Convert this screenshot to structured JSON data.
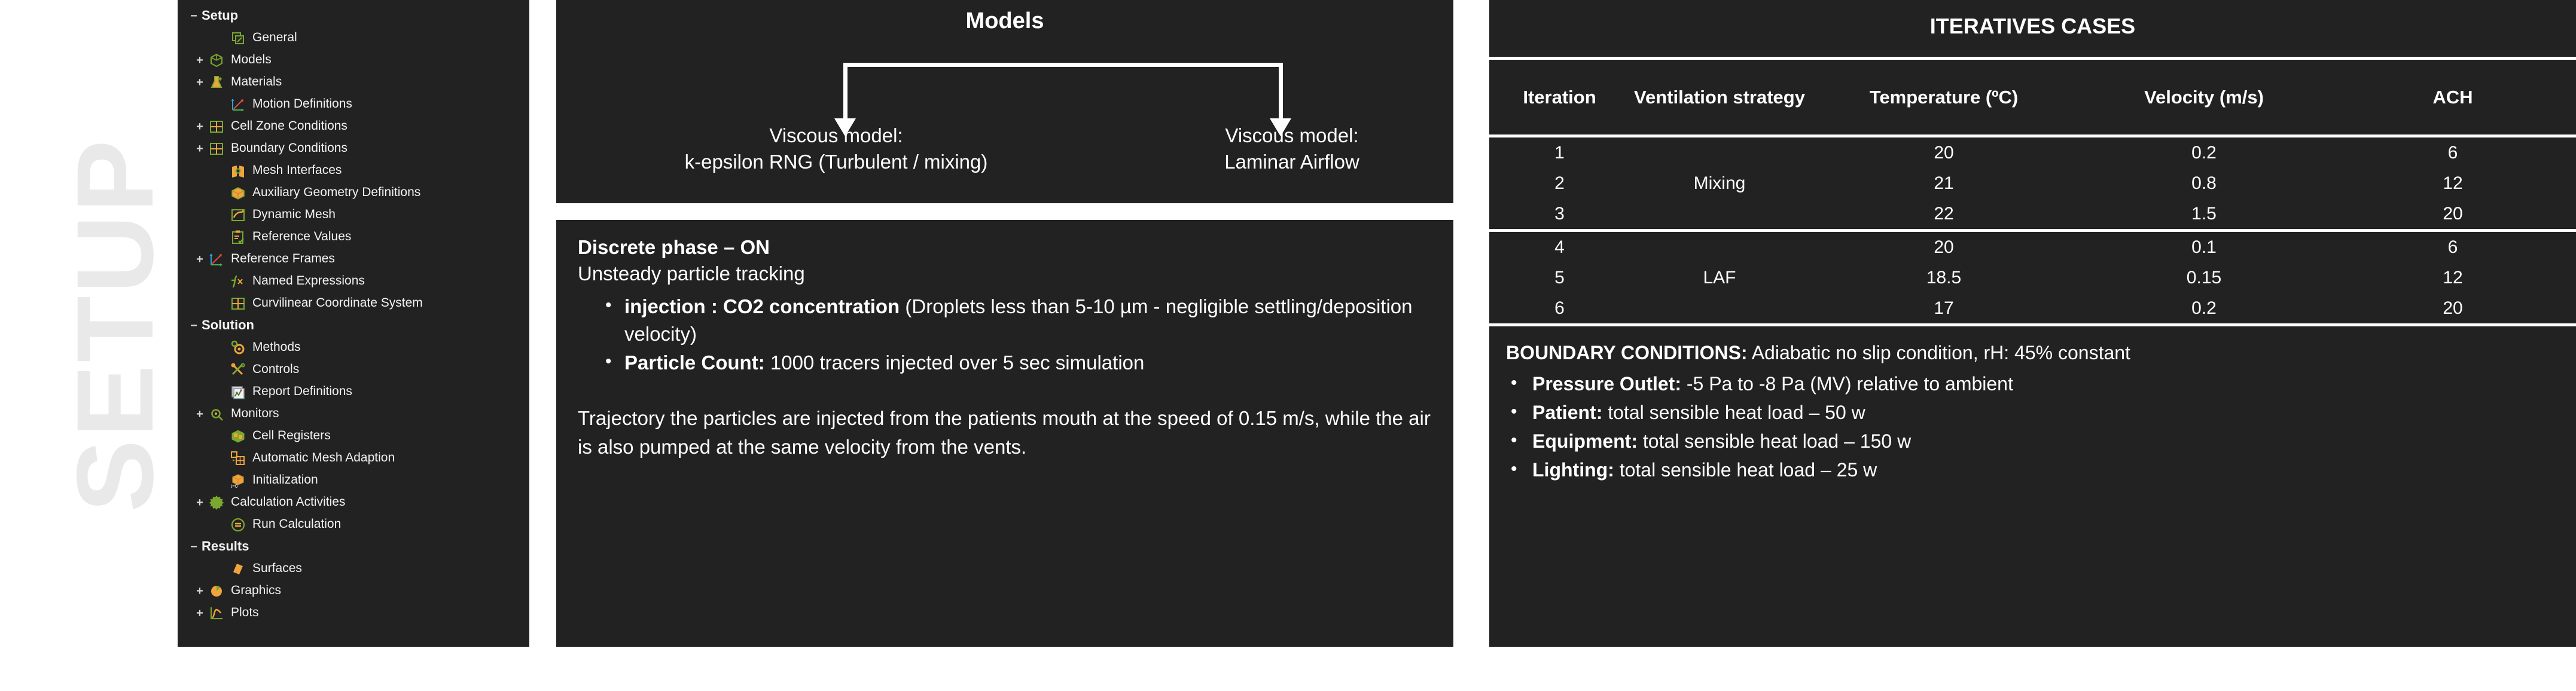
{
  "watermark": {
    "text": "SETUP"
  },
  "tree": {
    "items": [
      {
        "label": "Setup",
        "level": 0,
        "toggle": "−",
        "icon": "none",
        "root": true
      },
      {
        "label": "General",
        "level": 1,
        "toggle": "",
        "icon": "general-icon"
      },
      {
        "label": "Models",
        "level": 1,
        "toggle": "+",
        "icon": "models-cube-icon"
      },
      {
        "label": "Materials",
        "level": 1,
        "toggle": "+",
        "icon": "materials-flask-icon"
      },
      {
        "label": "Motion Definitions",
        "level": 1,
        "toggle": "",
        "icon": "axes-icon"
      },
      {
        "label": "Cell Zone Conditions",
        "level": 1,
        "toggle": "+",
        "icon": "grid-icon"
      },
      {
        "label": "Boundary Conditions",
        "level": 1,
        "toggle": "+",
        "icon": "grid-icon"
      },
      {
        "label": "Mesh Interfaces",
        "level": 1,
        "toggle": "",
        "icon": "mesh-interfaces-icon"
      },
      {
        "label": "Auxiliary Geometry Definitions",
        "level": 1,
        "toggle": "",
        "icon": "box-icon"
      },
      {
        "label": "Dynamic Mesh",
        "level": 1,
        "toggle": "",
        "icon": "dynamic-mesh-icon"
      },
      {
        "label": "Reference Values",
        "level": 1,
        "toggle": "",
        "icon": "clipboard-check-icon"
      },
      {
        "label": "Reference Frames",
        "level": 1,
        "toggle": "+",
        "icon": "axes-icon"
      },
      {
        "label": "Named Expressions",
        "level": 1,
        "toggle": "",
        "icon": "fx-icon"
      },
      {
        "label": "Curvilinear Coordinate System",
        "level": 1,
        "toggle": "",
        "icon": "grid-icon"
      },
      {
        "label": "Solution",
        "level": 0,
        "toggle": "−",
        "icon": "none",
        "root": true
      },
      {
        "label": "Methods",
        "level": 1,
        "toggle": "",
        "icon": "gear-icon"
      },
      {
        "label": "Controls",
        "level": 1,
        "toggle": "",
        "icon": "tools-icon"
      },
      {
        "label": "Report Definitions",
        "level": 1,
        "toggle": "",
        "icon": "report-icon"
      },
      {
        "label": "Monitors",
        "level": 1,
        "toggle": "+",
        "icon": "magnifier-icon"
      },
      {
        "label": "Cell Registers",
        "level": 1,
        "toggle": "",
        "icon": "cell-registers-icon"
      },
      {
        "label": "Automatic Mesh Adaption",
        "level": 1,
        "toggle": "",
        "icon": "mesh-adaption-icon"
      },
      {
        "label": "Initialization",
        "level": 1,
        "toggle": "",
        "icon": "initialization-icon"
      },
      {
        "label": "Calculation Activities",
        "level": 1,
        "toggle": "+",
        "icon": "burst-icon"
      },
      {
        "label": "Run Calculation",
        "level": 1,
        "toggle": "",
        "icon": "run-icon"
      },
      {
        "label": "Results",
        "level": 0,
        "toggle": "−",
        "icon": "none",
        "root": true
      },
      {
        "label": "Surfaces",
        "level": 1,
        "toggle": "",
        "icon": "surfaces-icon"
      },
      {
        "label": "Graphics",
        "level": 1,
        "toggle": "+",
        "icon": "pie-icon"
      },
      {
        "label": "Plots",
        "level": 1,
        "toggle": "+",
        "icon": "plot-icon"
      }
    ]
  },
  "models": {
    "title": "Models",
    "left": {
      "line1": "Viscous model:",
      "line2": "k-epsilon RNG (Turbulent / mixing)"
    },
    "right": {
      "line1": "Viscous model:",
      "line2": "Laminar Airflow"
    }
  },
  "discrete_phase": {
    "heading": "Discrete phase – ON",
    "subheading": "Unsteady particle tracking",
    "bullets": [
      {
        "bold": "injection : CO2 concentration",
        "rest": " (Droplets less than 5-10 µm - negligible settling/deposition velocity)"
      },
      {
        "bold": "Particle Count:",
        "rest": " 1000 tracers injected over 5 sec simulation"
      }
    ],
    "paragraph": "Trajectory the particles are injected from the patients mouth at the speed of 0.15 m/s, while the air is also pumped at the same velocity from the vents."
  },
  "cases": {
    "title": "ITERATIVES CASES",
    "columns": [
      "Iteration",
      "Ventilation strategy",
      "Temperature (ºC)",
      "Velocity (m/s)",
      "ACH"
    ],
    "groups": [
      {
        "strategy": "Mixing",
        "rows": [
          {
            "iteration": "1",
            "temperature": "20",
            "velocity": "0.2",
            "ach": "6"
          },
          {
            "iteration": "2",
            "temperature": "21",
            "velocity": "0.8",
            "ach": "12"
          },
          {
            "iteration": "3",
            "temperature": "22",
            "velocity": "1.5",
            "ach": "20"
          }
        ]
      },
      {
        "strategy": "LAF",
        "rows": [
          {
            "iteration": "4",
            "temperature": "20",
            "velocity": "0.1",
            "ach": "6"
          },
          {
            "iteration": "5",
            "temperature": "18.5",
            "velocity": "0.15",
            "ach": "12"
          },
          {
            "iteration": "6",
            "temperature": "17",
            "velocity": "0.2",
            "ach": "20"
          }
        ]
      }
    ]
  },
  "boundary_conditions": {
    "head_bold": "BOUNDARY CONDITIONS:",
    "head_rest": " Adiabatic no slip condition, rH: 45% constant",
    "items": [
      {
        "bold": "Pressure Outlet:",
        "rest": " -5 Pa to -8 Pa (MV) relative to ambient"
      },
      {
        "bold": "Patient:",
        "rest": " total sensible heat load – 50 w"
      },
      {
        "bold": "Equipment:",
        "rest": " total sensible heat load – 150 w"
      },
      {
        "bold": "Lighting:",
        "rest": " total sensible heat load – 25 w"
      }
    ]
  },
  "colors": {
    "panel_bg": "#222222",
    "page_bg": "#ffffff",
    "text": "#ffffff",
    "watermark": "#e9e9e9",
    "icon_green": "#7aa82e",
    "icon_orange": "#f0a43c"
  }
}
